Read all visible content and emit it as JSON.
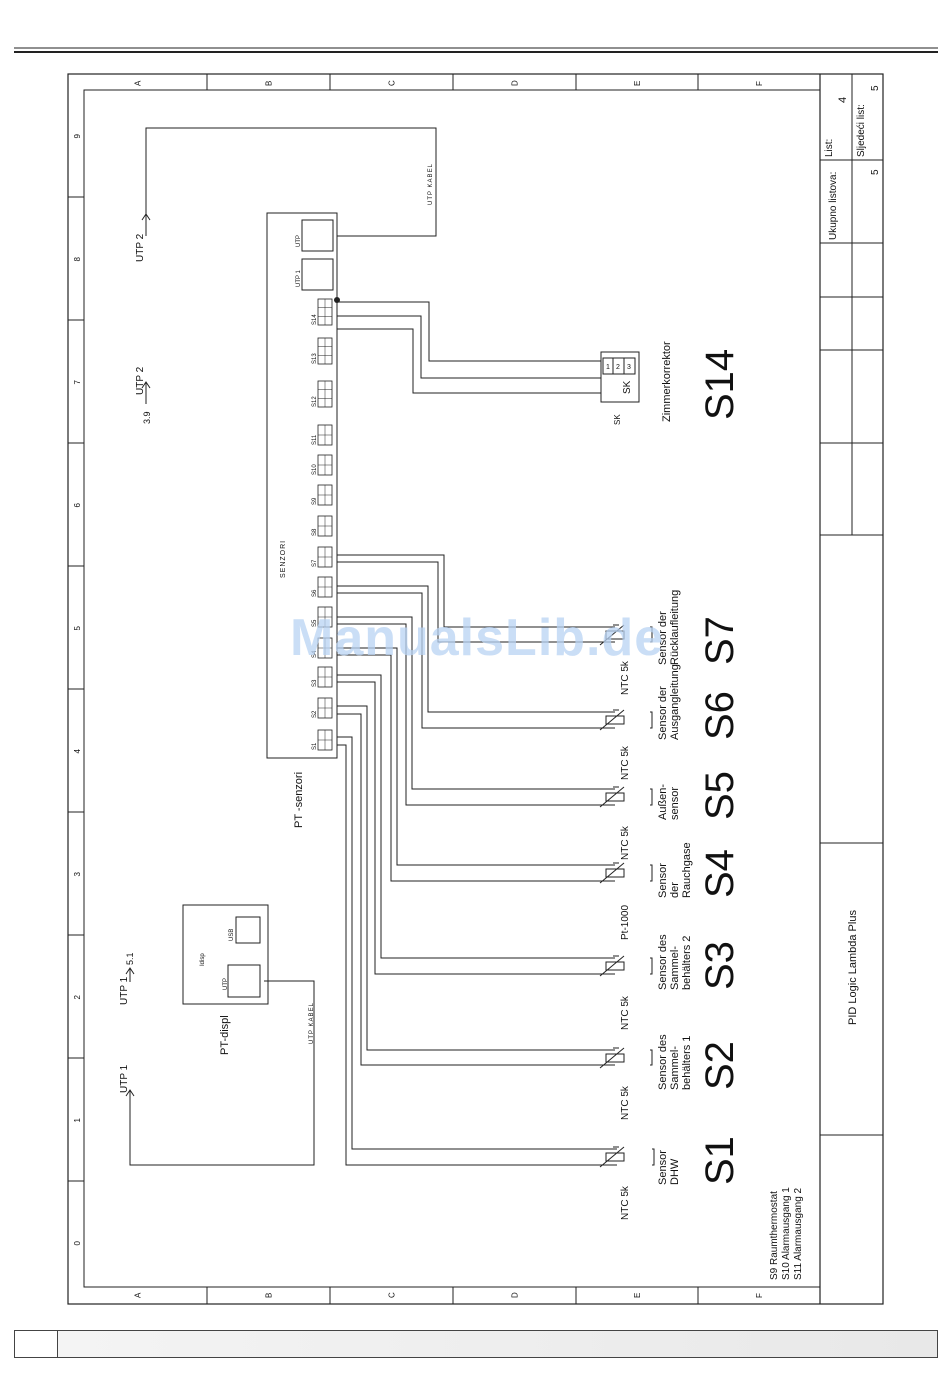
{
  "columns": [
    "A",
    "B",
    "C",
    "D",
    "E",
    "F"
  ],
  "rows": [
    "0",
    "1",
    "2",
    "3",
    "4",
    "5",
    "6",
    "7",
    "8",
    "9"
  ],
  "title_block": {
    "list_label": "List:",
    "list_value": "4",
    "next_label": "Sljedeći list:",
    "next_value": "5",
    "total_label": "Ukupno listova:",
    "total_value": "5",
    "project": "PID Logic Lambda Plus"
  },
  "modules": {
    "senzori": {
      "label": "PT -senzori",
      "inner": "SENZORI",
      "utp1": "UTP 1",
      "utp2": "UTP"
    },
    "display": {
      "label": "PT-displ",
      "inner": "Idisp",
      "usb": "USB",
      "utp": "UTP"
    }
  },
  "terminals": [
    "S1",
    "S2",
    "S3",
    "S4",
    "S5",
    "S6",
    "S7",
    "S8",
    "S9",
    "S10",
    "S11",
    "S12",
    "S13",
    "S14"
  ],
  "cables": {
    "utp_kabel_top": "UTP KABEL",
    "utp_kabel_bottom": "UTP KABEL"
  },
  "arrows": {
    "utp2_top": "UTP 2",
    "utp2_mid": "UTP 2",
    "ref_39": "3.9",
    "utp1_a": "UTP 1",
    "utp1_b": "UTP 1",
    "ref_51": "5.1"
  },
  "sensors": [
    {
      "id": "S1",
      "type": "NTC 5k",
      "desc": [
        "Sensor",
        "DHW"
      ]
    },
    {
      "id": "S2",
      "type": "NTC 5k",
      "desc": [
        "Sensor des",
        "Sammel-",
        "behälters 1"
      ]
    },
    {
      "id": "S3",
      "type": "NTC 5k",
      "desc": [
        "Sensor des",
        "Sammel-",
        "behälters 2"
      ]
    },
    {
      "id": "S4",
      "type": "Pt-1000",
      "desc": [
        "Sensor",
        "der",
        "Rauchgase"
      ]
    },
    {
      "id": "S5",
      "type": "NTC 5k",
      "desc": [
        "Außen-",
        "sensor"
      ]
    },
    {
      "id": "S6",
      "type": "NTC 5k",
      "desc": [
        "Sensor der",
        "Ausgangleitung"
      ]
    },
    {
      "id": "S7",
      "type": "NTC 5k",
      "desc": [
        "Sensor der",
        "Rücklaufleitung"
      ]
    }
  ],
  "zimmer": {
    "id": "S14",
    "block": "SK",
    "small": "SK",
    "pins": [
      "1",
      "2",
      "3"
    ],
    "desc": "Zimmerkorrektor"
  },
  "legend": [
    "S9 Raumthermostat",
    "S10 Alarmausgang 1",
    "S11 Alarmausgang 2"
  ],
  "watermark": "ManualsLib.de"
}
